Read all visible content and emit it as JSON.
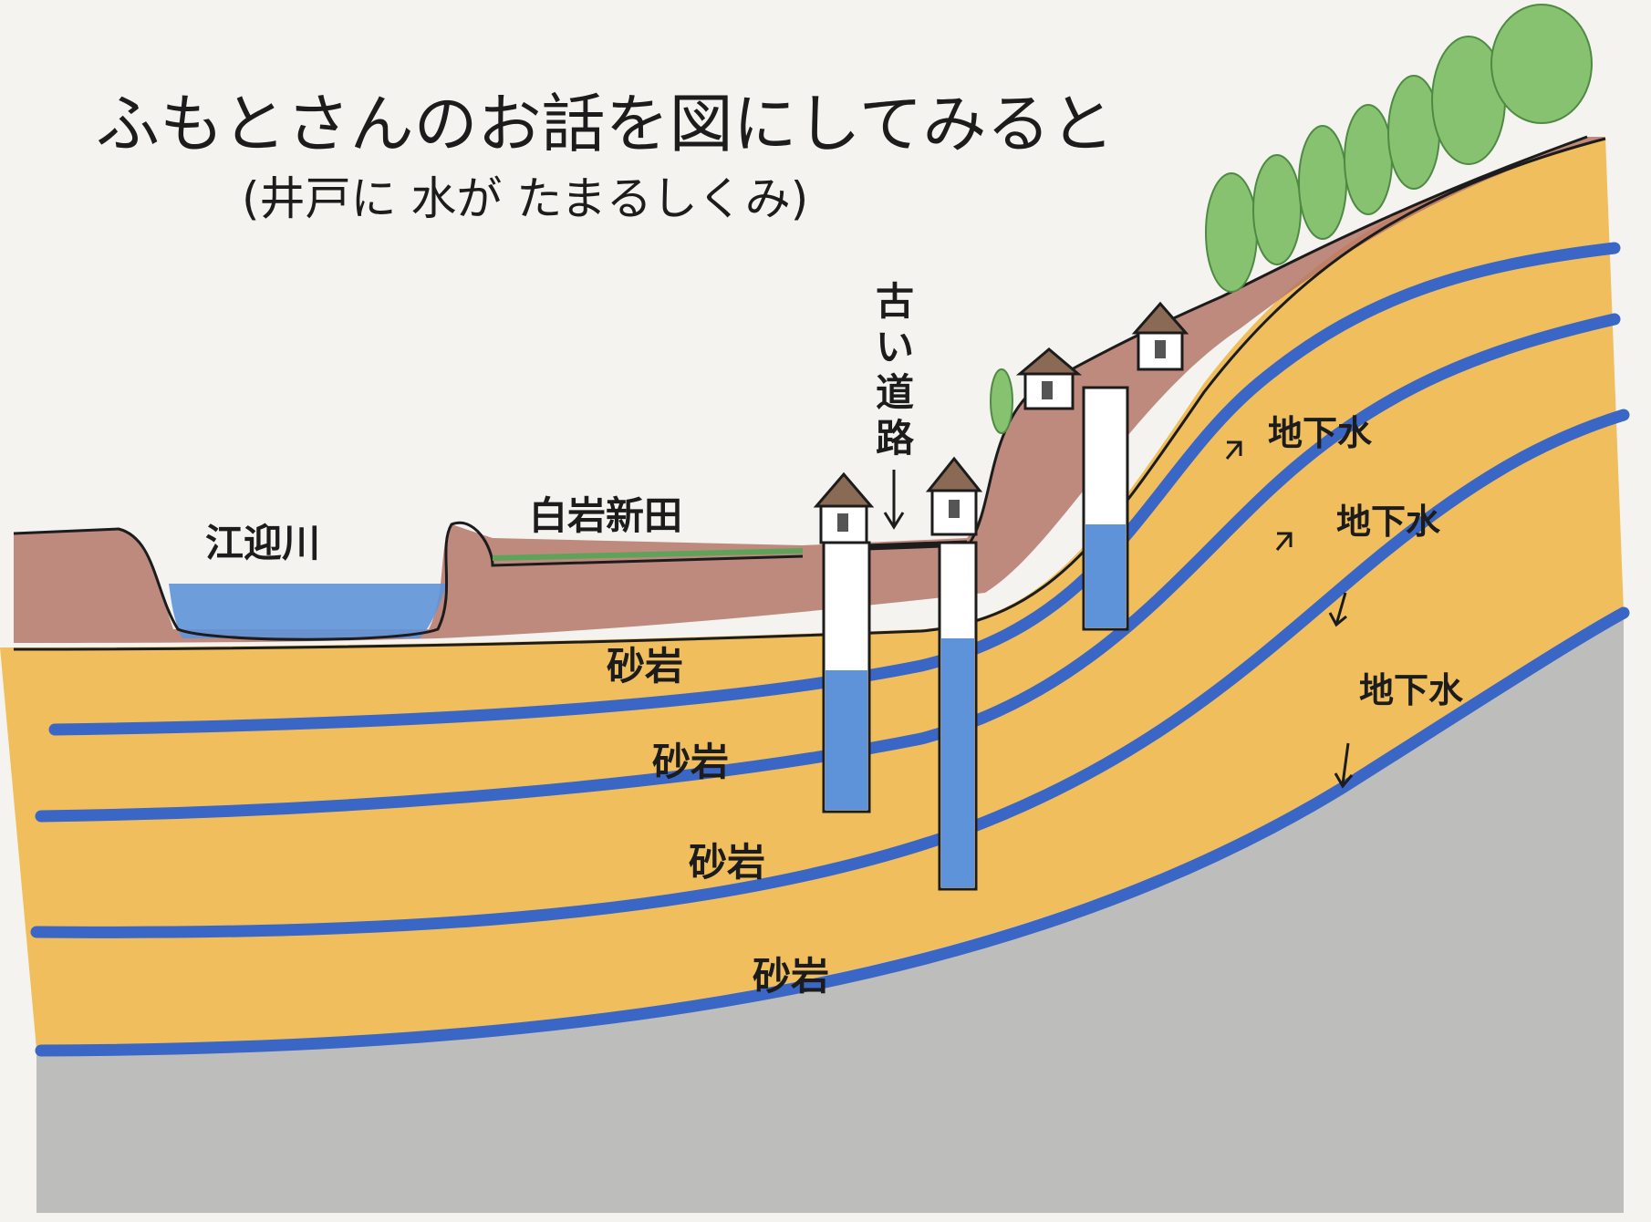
{
  "title": "ふもとさんのお話を図にしてみると",
  "subtitle": "(井戸に 水が たまるしくみ)",
  "labels": {
    "river": "江迎川",
    "rice_field": "白岩新田",
    "old_road": "古い道路",
    "groundwater": "地下水",
    "sandstone": "砂岩"
  },
  "colors": {
    "sandstone": "#f0b84c",
    "clay": "#b5776a",
    "groundwater": "#3a66c6",
    "river_water": "#5f93d9",
    "bedrock": "#b3b3b3",
    "trees": "#86c270"
  }
}
